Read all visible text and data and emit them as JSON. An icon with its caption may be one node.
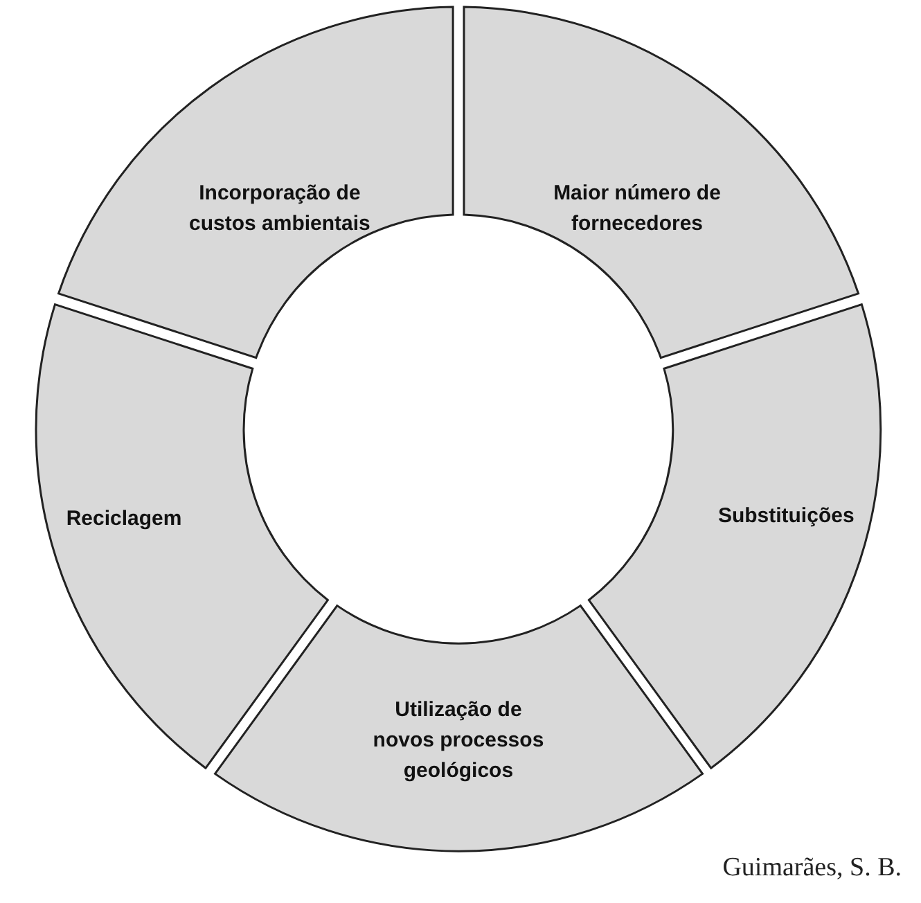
{
  "diagram": {
    "caption": "Guimarães, S. B.",
    "nodes": [
      {
        "text": [
          "Incorporação de custos ambientais"
        ]
      },
      {
        "text": [
          "Maior número de fornecedores"
        ]
      },
      {
        "text": [
          "Reciclagem"
        ]
      },
      {
        "text": [
          "Substituições"
        ]
      },
      {
        "text": [
          "Utilização de novos processos geológicos"
        ]
      }
    ],
    "edges": []
  }
}
